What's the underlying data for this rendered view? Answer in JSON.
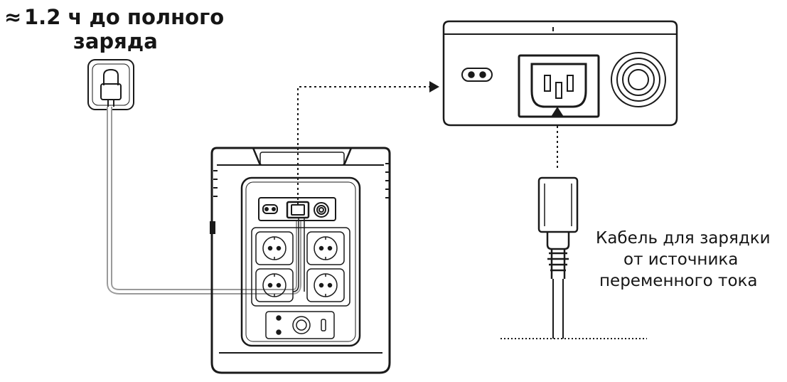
{
  "title": {
    "symbol": "≈",
    "line1": "1.2 ч до полного",
    "line2": "заряда"
  },
  "cable_label": {
    "line1": "Кабель для зарядки",
    "line2": "от источника",
    "line3": "переменного тока"
  },
  "colors": {
    "line": "#1a1a1a",
    "background": "#ffffff",
    "cable_gray": "#8a8a8a"
  }
}
